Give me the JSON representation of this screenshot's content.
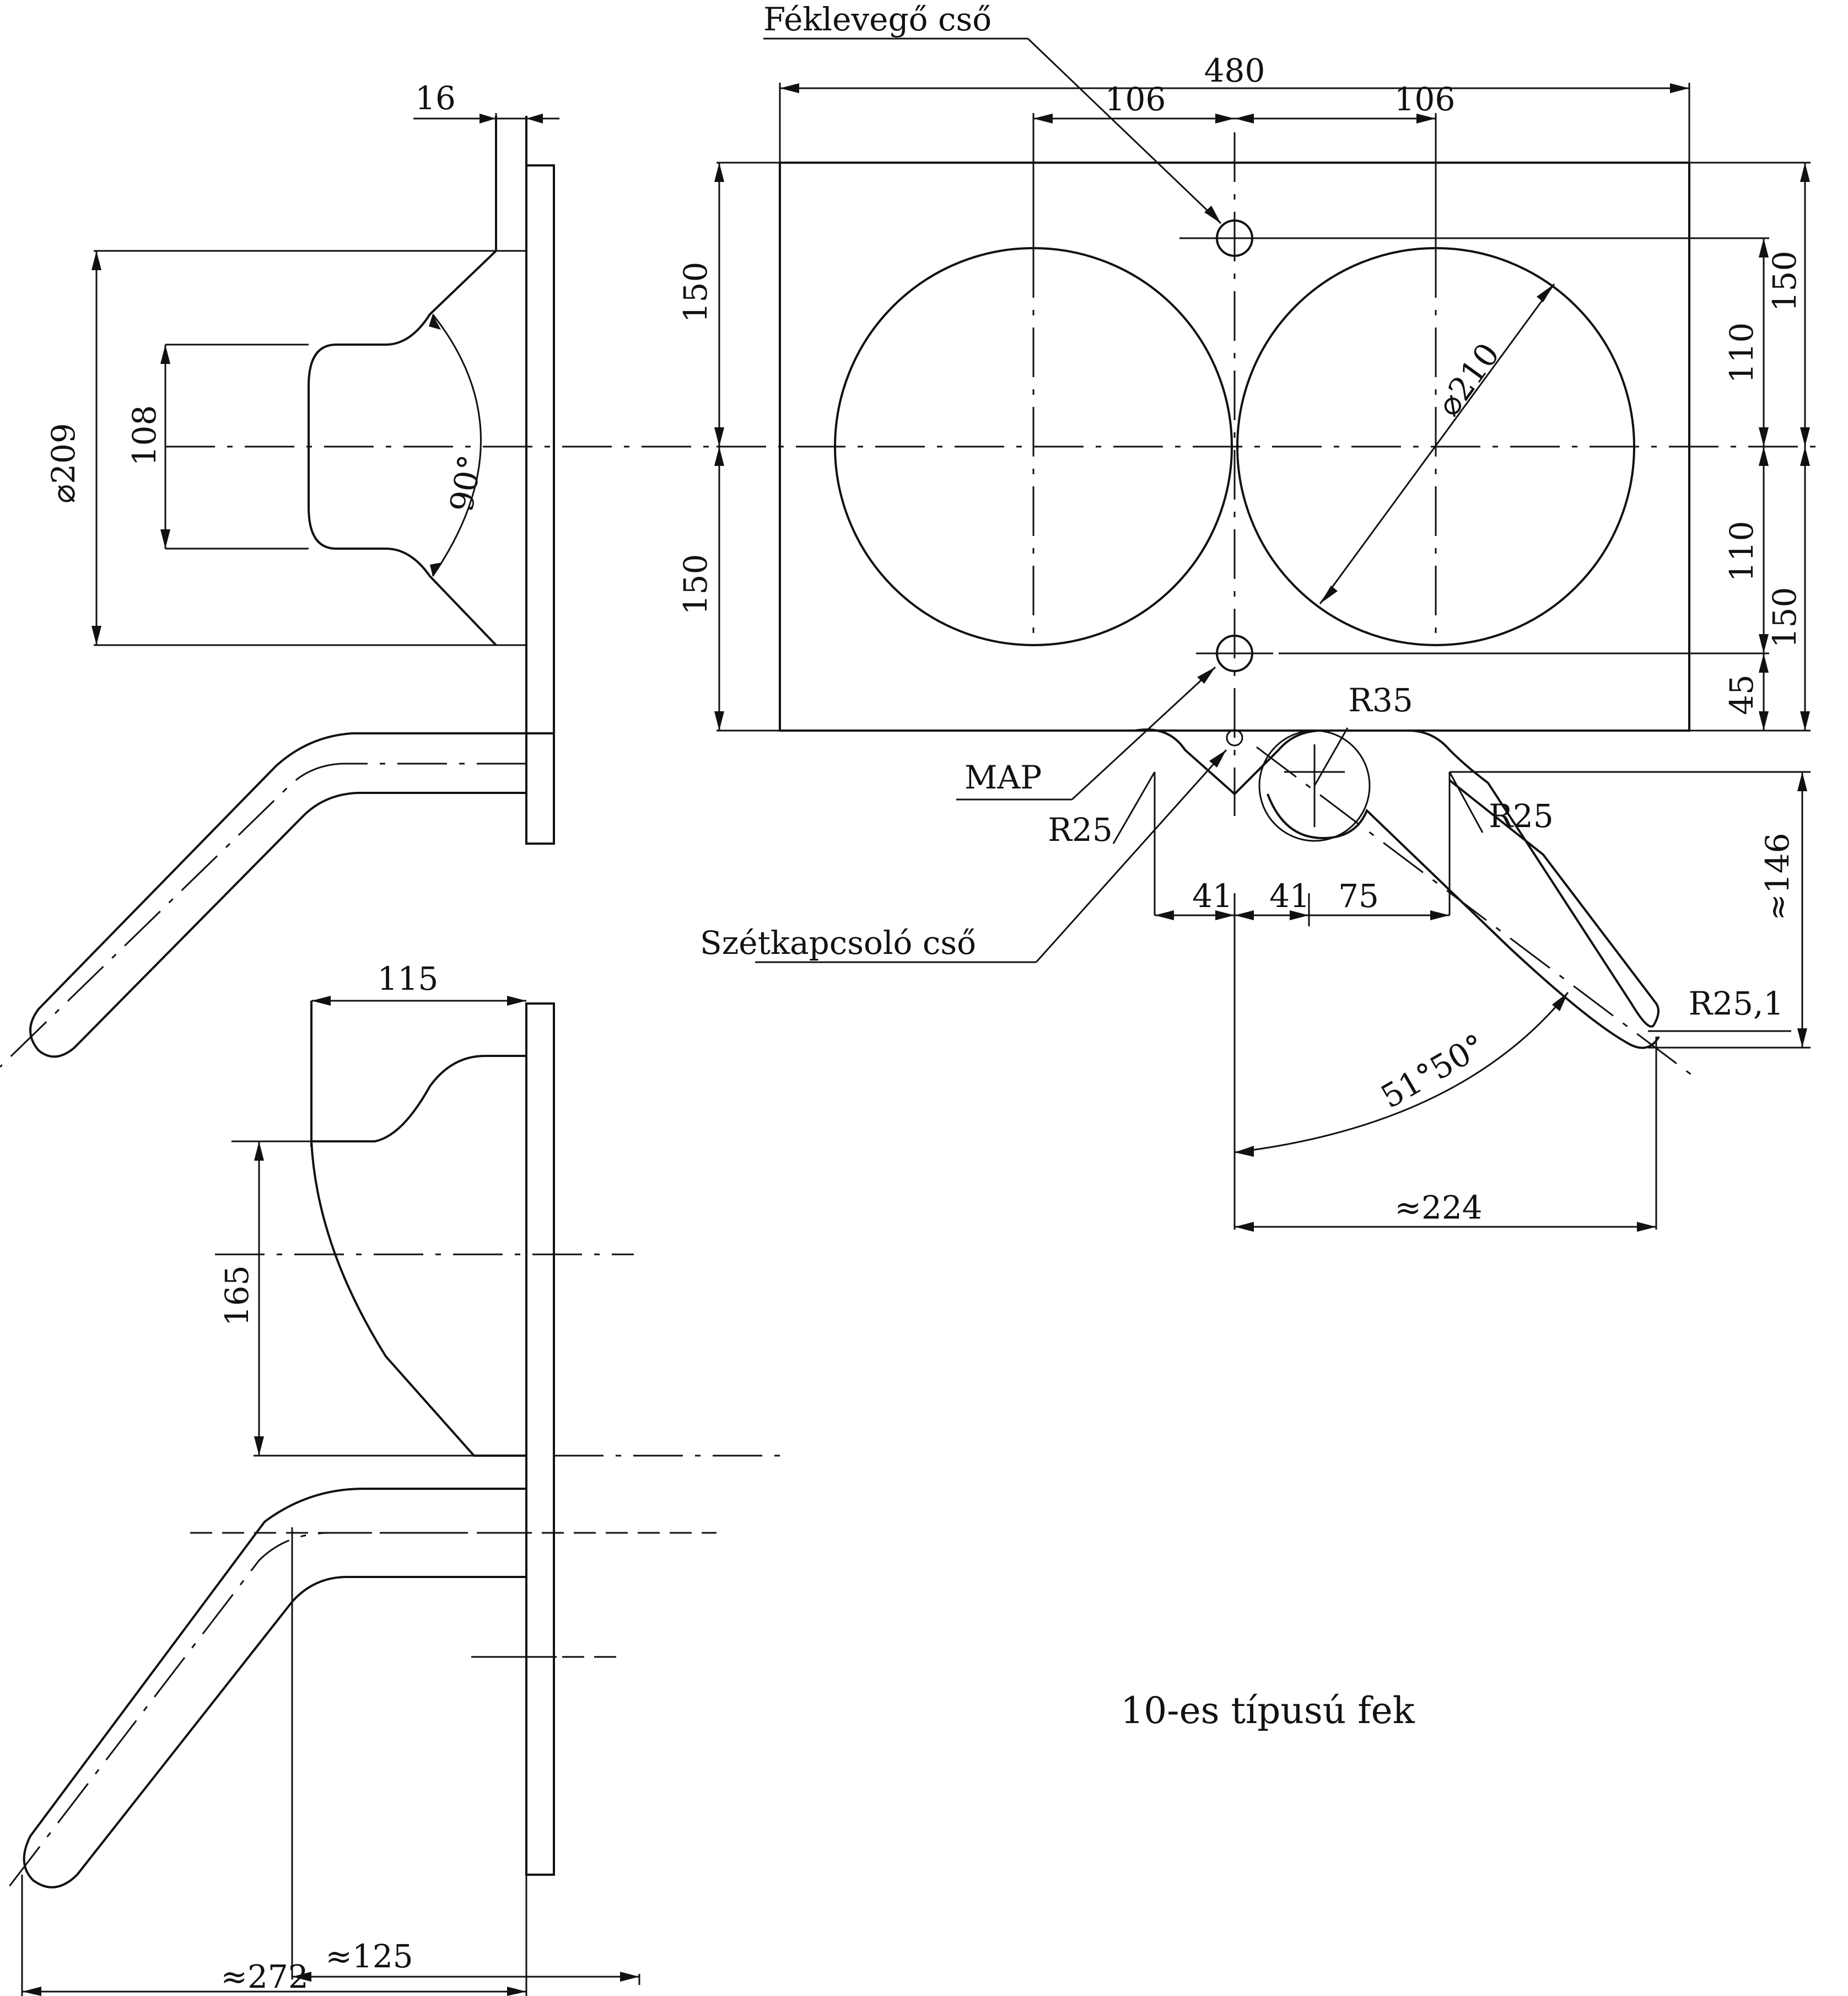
{
  "drawing": {
    "title": "10-es típusú fek",
    "callouts": {
      "brake_release": "Féklevegő cső",
      "map": "MAP",
      "disconnect": "Szétkapcsoló cső"
    },
    "side_view": {
      "flange": "16",
      "diameter": "⌀209",
      "inner_height": "108",
      "angle": "90°"
    },
    "front_view": {
      "width": "480",
      "offset_left": "106",
      "offset_right": "106",
      "half_height_top": "150",
      "half_height_bottom": "150",
      "circle_diameter": "⌀210",
      "right_top_150": "150",
      "right_top_110": "110",
      "right_bottom_110": "110",
      "right_bottom_150": "150",
      "right_45": "45",
      "r35": "R35",
      "r25_left": "R25",
      "r25_right": "R25",
      "d41_a": "41",
      "d41_b": "41",
      "d75": "75",
      "height_146": "≈146",
      "r25_1": "R25,1",
      "angle": "51°50°",
      "width_224": "≈224"
    },
    "bottom_view": {
      "width_115": "115",
      "height_165": "165",
      "width_125": "≈125",
      "width_272": "≈272"
    }
  }
}
